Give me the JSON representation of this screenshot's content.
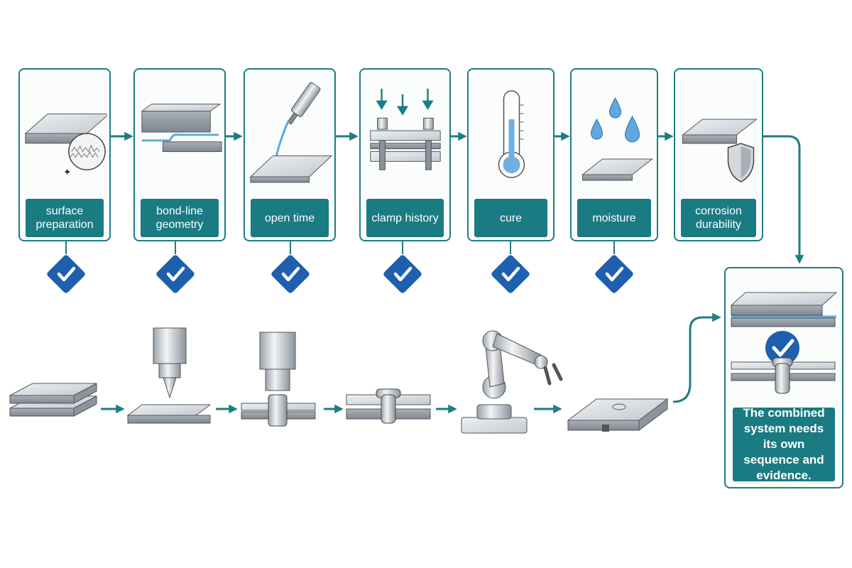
{
  "steps": [
    {
      "label": "surface preparation",
      "icon": "surface-prep-icon"
    },
    {
      "label": "bond-line geometry",
      "icon": "bond-line-icon"
    },
    {
      "label": "open time",
      "icon": "adhesive-dispense-icon"
    },
    {
      "label": "clamp history",
      "icon": "clamp-icon"
    },
    {
      "label": "cure",
      "icon": "thermometer-icon"
    },
    {
      "label": "moisture",
      "icon": "water-drops-icon"
    },
    {
      "label": "corrosion durability",
      "icon": "shield-plate-icon"
    }
  ],
  "checkmarks": 6,
  "process_icons": [
    "stacked-plates-icon",
    "punch-press-icon",
    "rivet-die-icon",
    "self-piercing-rivet-icon",
    "robot-arm-icon",
    "finished-joint-icon"
  ],
  "final": {
    "text": "The combined system needs its own sequence and evidence.",
    "icon": "bonded-riveted-joint-icon"
  },
  "colors": {
    "accent": "#1a7b82",
    "check": "#1e5fae",
    "metal": "#c9ced4",
    "adhesive": "#6fb0e0"
  }
}
